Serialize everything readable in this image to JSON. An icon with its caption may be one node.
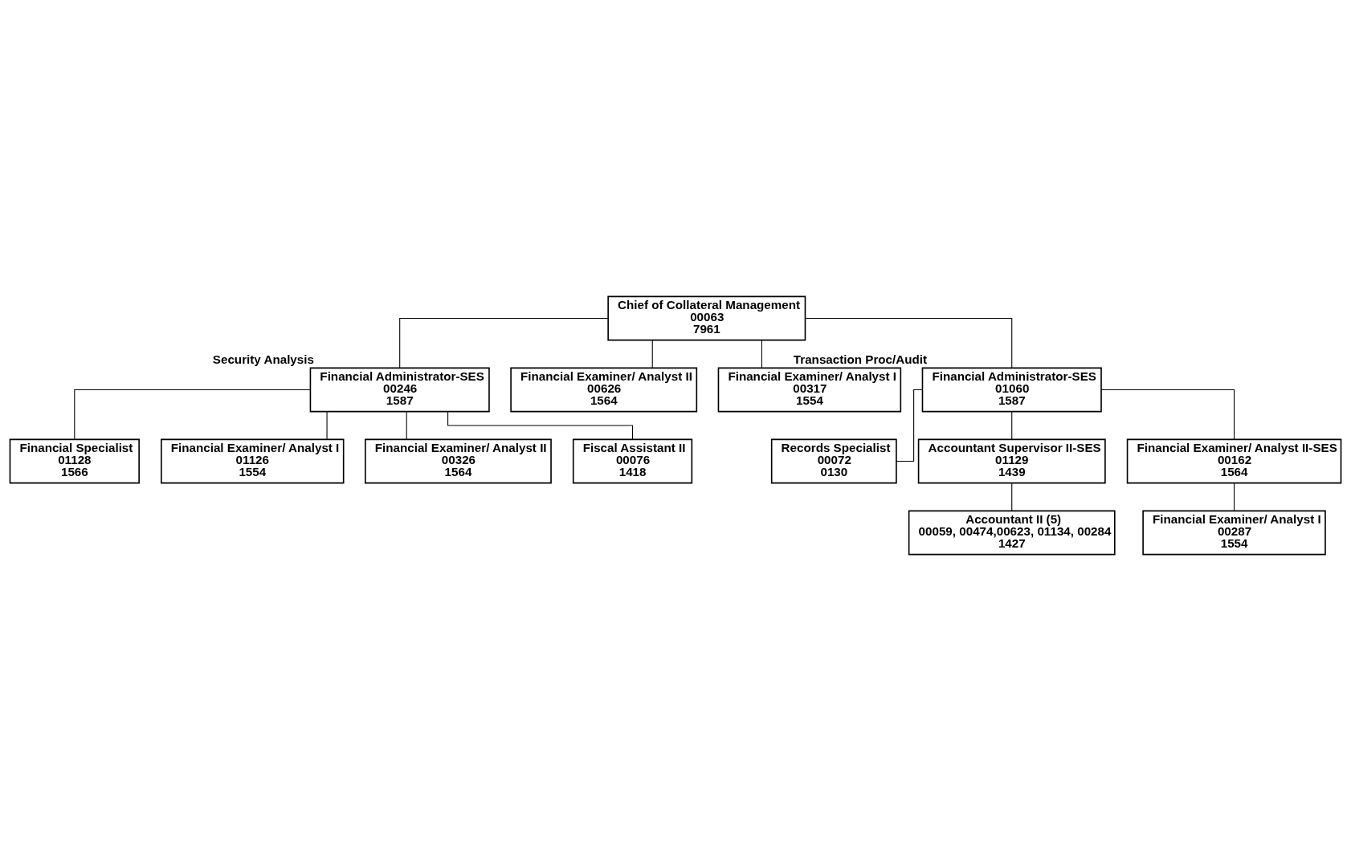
{
  "diagram": {
    "nodes": [
      {
        "text": [
          "Chief of Collateral Management",
          "00063",
          "7961"
        ]
      },
      {
        "text": [
          "Financial Administrator-SES",
          "00246",
          "1587"
        ],
        "beside": [
          "Security Analysis"
        ]
      },
      {
        "text": [
          "Financial Examiner/ Analyst II",
          "00626",
          "1564"
        ]
      },
      {
        "text": [
          "Financial Examiner/ Analyst I",
          "00317",
          "1554"
        ]
      },
      {
        "text": [
          "Financial Administrator-SES",
          "01060",
          "1587"
        ],
        "beside": [
          "Transaction Proc/Audit"
        ]
      },
      {
        "text": [
          "Financial Specialist",
          "01128",
          "1566"
        ]
      },
      {
        "text": [
          "Financial Examiner/ Analyst I",
          "01126",
          "1554"
        ]
      },
      {
        "text": [
          "Financial Examiner/ Analyst II",
          "00326",
          "1564"
        ]
      },
      {
        "text": [
          "Fiscal Assistant II",
          "00076",
          "1418"
        ]
      },
      {
        "text": [
          "Records Specialist",
          "00072",
          "0130"
        ]
      },
      {
        "text": [
          "Accountant Supervisor II-SES",
          "01129",
          "1439"
        ]
      },
      {
        "text": [
          "Accountant II (5)",
          "00059, 00474,00623, 01134, 00284",
          "1427"
        ]
      },
      {
        "text": [
          "Financial Examiner/ Analyst II-SES",
          "00162",
          "1564"
        ]
      },
      {
        "text": [
          "Financial Examiner/ Analyst I",
          "00287",
          "1554"
        ]
      }
    ],
    "edges": [
      {
        "from": 0,
        "to": 1,
        "arrow": "none"
      },
      {
        "from": 0,
        "to": 2,
        "arrow": "none"
      },
      {
        "from": 0,
        "to": 3,
        "arrow": "none"
      },
      {
        "from": 0,
        "to": 4,
        "arrow": "none"
      },
      {
        "from": 1,
        "to": 5,
        "arrow": "none"
      },
      {
        "from": 1,
        "to": 6,
        "arrow": "none"
      },
      {
        "from": 1,
        "to": 7,
        "arrow": "none"
      },
      {
        "from": 1,
        "to": 8,
        "arrow": "none"
      },
      {
        "from": 4,
        "to": 9,
        "arrow": "none"
      },
      {
        "from": 4,
        "to": 10,
        "arrow": "none"
      },
      {
        "from": 4,
        "to": 12,
        "arrow": "none"
      },
      {
        "from": 10,
        "to": 11,
        "arrow": "none"
      },
      {
        "from": 12,
        "to": 13,
        "arrow": "none"
      }
    ]
  }
}
